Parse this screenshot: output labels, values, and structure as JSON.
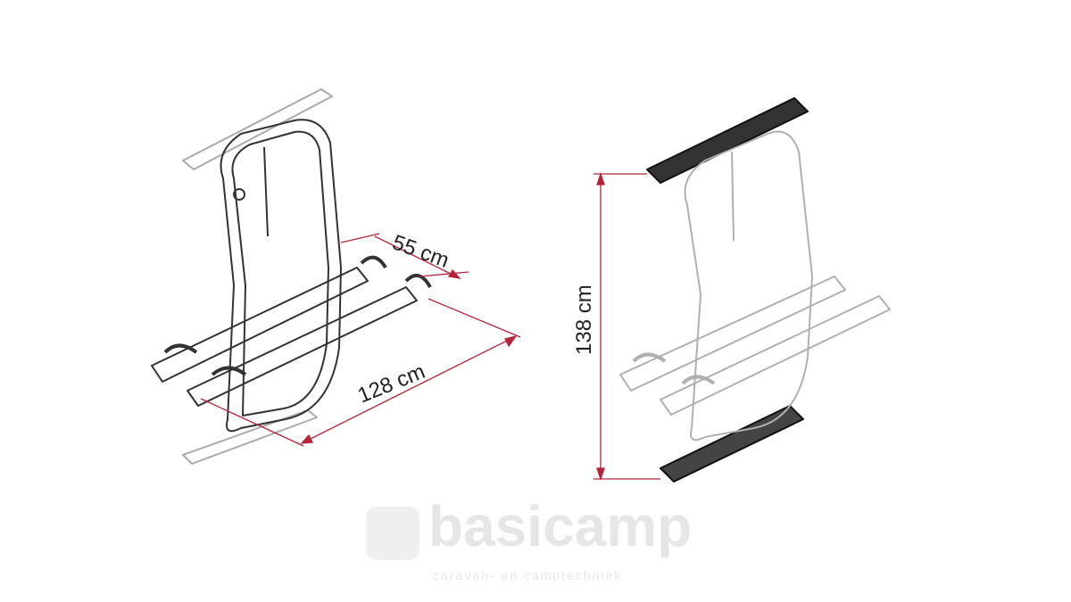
{
  "diagram": {
    "dimensions": {
      "depth": "55 cm",
      "width": "128 cm",
      "height": "138 cm"
    },
    "watermark": {
      "brand": "basicamp",
      "tagline": "caravan- en camptechniek"
    },
    "colors": {
      "dimension_line": "#b5233a",
      "outline": "#333333",
      "ghost_outline": "#b0b0b0"
    }
  }
}
